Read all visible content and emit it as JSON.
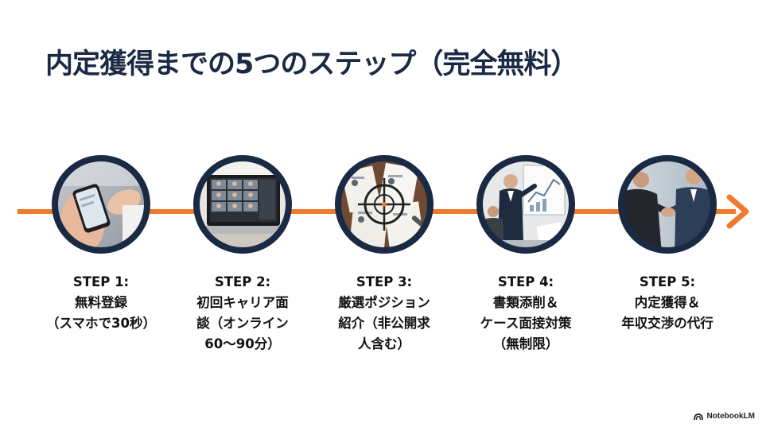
{
  "title": "内定獲得までの5つのステップ（完全無料）",
  "colors": {
    "arrow": "#f07b2e",
    "ring": "#1b2a44",
    "title": "#1b2a44"
  },
  "steps": [
    {
      "heading": "STEP 1:",
      "lines": [
        "無料登録",
        "（スマホで30秒）"
      ],
      "image": "smartphone-hands-photo"
    },
    {
      "heading": "STEP 2:",
      "lines": [
        "初回キャリア面",
        "談（オンライン",
        "60〜90分）"
      ],
      "image": "video-call-laptop-photo"
    },
    {
      "heading": "STEP 3:",
      "lines": [
        "厳選ポジション",
        "紹介（非公開求",
        "人含む）"
      ],
      "image": "crosshair-resumes-photo"
    },
    {
      "heading": "STEP 4:",
      "lines": [
        "書類添削＆",
        "ケース面接対策",
        "（無制限）"
      ],
      "image": "whiteboard-presentation-photo"
    },
    {
      "heading": "STEP 5:",
      "lines": [
        "内定獲得＆",
        "年収交渉の代行"
      ],
      "image": "handshake-photo"
    }
  ],
  "brand": {
    "name": "NotebookLM"
  }
}
